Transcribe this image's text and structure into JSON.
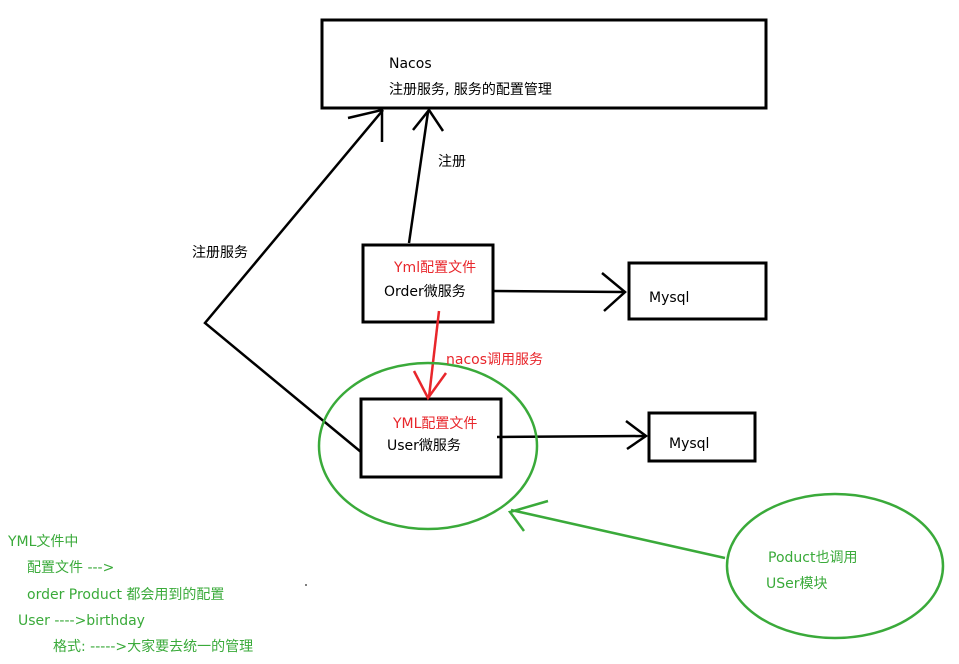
{
  "colors": {
    "ink": "#000000",
    "red": "#e8262b",
    "green": "#3aaa3a"
  },
  "nacos": {
    "title": "Nacos",
    "subtitle": "注册服务, 服务的配置管理"
  },
  "edges": {
    "register": "注册",
    "register_service": "注册服务",
    "nacos_call": "nacos调用服务"
  },
  "order": {
    "config": "Yml配置文件",
    "name": "Order微服务",
    "db": "Mysql"
  },
  "user": {
    "config": "YML配置文件",
    "name": "User微服务",
    "db": "Mysql"
  },
  "product": {
    "line1": "Poduct也调用",
    "line2": "USer模块"
  },
  "notes": {
    "line1": "YML文件中",
    "line2": "配置文件 --->",
    "line3": "order  Product 都会用到的配置",
    "line4": "User ---->birthday",
    "line5": "格式:  ----->大家要去统一的管理"
  }
}
